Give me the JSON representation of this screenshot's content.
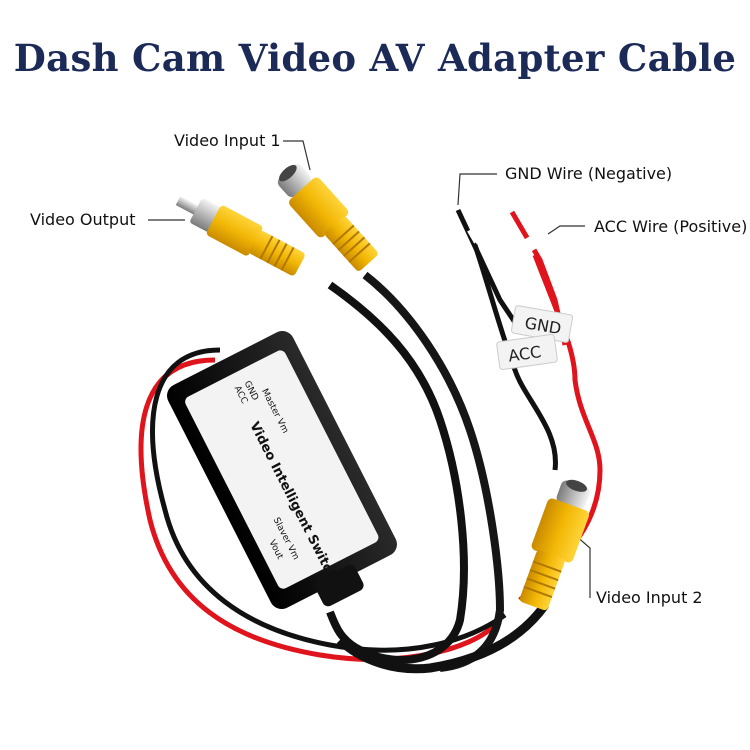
{
  "title": "Dash Cam Video AV Adapter Cable",
  "labels": {
    "video_input_1": "Video Input 1",
    "video_output": "Video Output",
    "gnd_wire": "GND Wire (Negative)",
    "acc_wire": "ACC Wire (Positive)",
    "video_input_2": "Video Input 2"
  },
  "wire_tags": {
    "gnd": "GND",
    "acc": "ACC"
  },
  "switcher_box": {
    "name": "Video Intelligent Switcher",
    "master": "Master Vm",
    "gnd": "GND",
    "acc": "ACC",
    "slaver": "Slaver Vm",
    "vout": "Vout"
  },
  "colors": {
    "title": "#1b2a57",
    "connector_yellow": "#f2b705",
    "wire_red": "#e0141c",
    "wire_black": "#111111"
  }
}
